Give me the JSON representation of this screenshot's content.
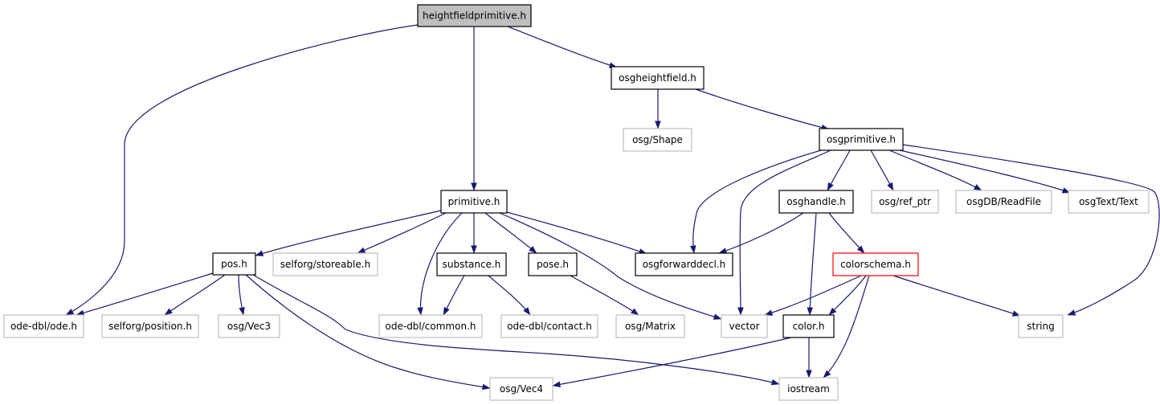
{
  "colors": {
    "edge": "#191970",
    "root_fill": "#bfbfbf",
    "normal_border": "#000000",
    "external_border": "#bfbfbf",
    "highlight_border": "#ff0000"
  },
  "nodes": [
    {
      "id": "heightfieldprimitive",
      "label": "heightfieldprimitive.h",
      "kind": "root"
    },
    {
      "id": "osgheightfield",
      "label": "osgheightfield.h",
      "kind": "normal"
    },
    {
      "id": "osgShape",
      "label": "osg/Shape",
      "kind": "external"
    },
    {
      "id": "osgprimitive",
      "label": "osgprimitive.h",
      "kind": "normal"
    },
    {
      "id": "primitive",
      "label": "primitive.h",
      "kind": "normal"
    },
    {
      "id": "osghandle",
      "label": "osghandle.h",
      "kind": "normal"
    },
    {
      "id": "ref_ptr",
      "label": "osg/ref_ptr",
      "kind": "external"
    },
    {
      "id": "readfile",
      "label": "osgDB/ReadFile",
      "kind": "external"
    },
    {
      "id": "osgtext",
      "label": "osgText/Text",
      "kind": "external"
    },
    {
      "id": "pos",
      "label": "pos.h",
      "kind": "normal"
    },
    {
      "id": "storeable",
      "label": "selforg/storeable.h",
      "kind": "external"
    },
    {
      "id": "substance",
      "label": "substance.h",
      "kind": "normal"
    },
    {
      "id": "pose",
      "label": "pose.h",
      "kind": "normal"
    },
    {
      "id": "osgforwarddecl",
      "label": "osgforwarddecl.h",
      "kind": "normal"
    },
    {
      "id": "colorschema",
      "label": "colorschema.h",
      "kind": "highlight"
    },
    {
      "id": "odeh",
      "label": "ode-dbl/ode.h",
      "kind": "external"
    },
    {
      "id": "position",
      "label": "selforg/position.h",
      "kind": "external"
    },
    {
      "id": "vec3",
      "label": "osg/Vec3",
      "kind": "external"
    },
    {
      "id": "common",
      "label": "ode-dbl/common.h",
      "kind": "external"
    },
    {
      "id": "contact",
      "label": "ode-dbl/contact.h",
      "kind": "external"
    },
    {
      "id": "matrix",
      "label": "osg/Matrix",
      "kind": "external"
    },
    {
      "id": "vector",
      "label": "vector",
      "kind": "external"
    },
    {
      "id": "color",
      "label": "color.h",
      "kind": "normal"
    },
    {
      "id": "string",
      "label": "string",
      "kind": "external"
    },
    {
      "id": "vec4",
      "label": "osg/Vec4",
      "kind": "external"
    },
    {
      "id": "iostream",
      "label": "iostream",
      "kind": "external"
    }
  ],
  "edges": [
    {
      "from": "heightfieldprimitive",
      "to": "odeh"
    },
    {
      "from": "heightfieldprimitive",
      "to": "primitive"
    },
    {
      "from": "heightfieldprimitive",
      "to": "osgheightfield"
    },
    {
      "from": "osgheightfield",
      "to": "osgShape"
    },
    {
      "from": "osgheightfield",
      "to": "osgprimitive"
    },
    {
      "from": "osgprimitive",
      "to": "osgforwarddecl"
    },
    {
      "from": "osgprimitive",
      "to": "vector"
    },
    {
      "from": "osgprimitive",
      "to": "osghandle"
    },
    {
      "from": "osgprimitive",
      "to": "ref_ptr"
    },
    {
      "from": "osgprimitive",
      "to": "readfile"
    },
    {
      "from": "osgprimitive",
      "to": "osgtext"
    },
    {
      "from": "osgprimitive",
      "to": "string"
    },
    {
      "from": "primitive",
      "to": "pos"
    },
    {
      "from": "primitive",
      "to": "storeable"
    },
    {
      "from": "primitive",
      "to": "common"
    },
    {
      "from": "primitive",
      "to": "substance"
    },
    {
      "from": "primitive",
      "to": "pose"
    },
    {
      "from": "primitive",
      "to": "vector"
    },
    {
      "from": "primitive",
      "to": "osgforwarddecl"
    },
    {
      "from": "osghandle",
      "to": "osgforwarddecl"
    },
    {
      "from": "osghandle",
      "to": "color"
    },
    {
      "from": "osghandle",
      "to": "colorschema"
    },
    {
      "from": "pos",
      "to": "odeh"
    },
    {
      "from": "pos",
      "to": "position"
    },
    {
      "from": "pos",
      "to": "vec3"
    },
    {
      "from": "pos",
      "to": "vec4"
    },
    {
      "from": "pos",
      "to": "iostream"
    },
    {
      "from": "substance",
      "to": "common"
    },
    {
      "from": "substance",
      "to": "contact"
    },
    {
      "from": "pose",
      "to": "matrix"
    },
    {
      "from": "colorschema",
      "to": "vector"
    },
    {
      "from": "colorschema",
      "to": "color"
    },
    {
      "from": "colorschema",
      "to": "string"
    },
    {
      "from": "colorschema",
      "to": "iostream"
    },
    {
      "from": "color",
      "to": "vec4"
    },
    {
      "from": "color",
      "to": "iostream"
    }
  ]
}
